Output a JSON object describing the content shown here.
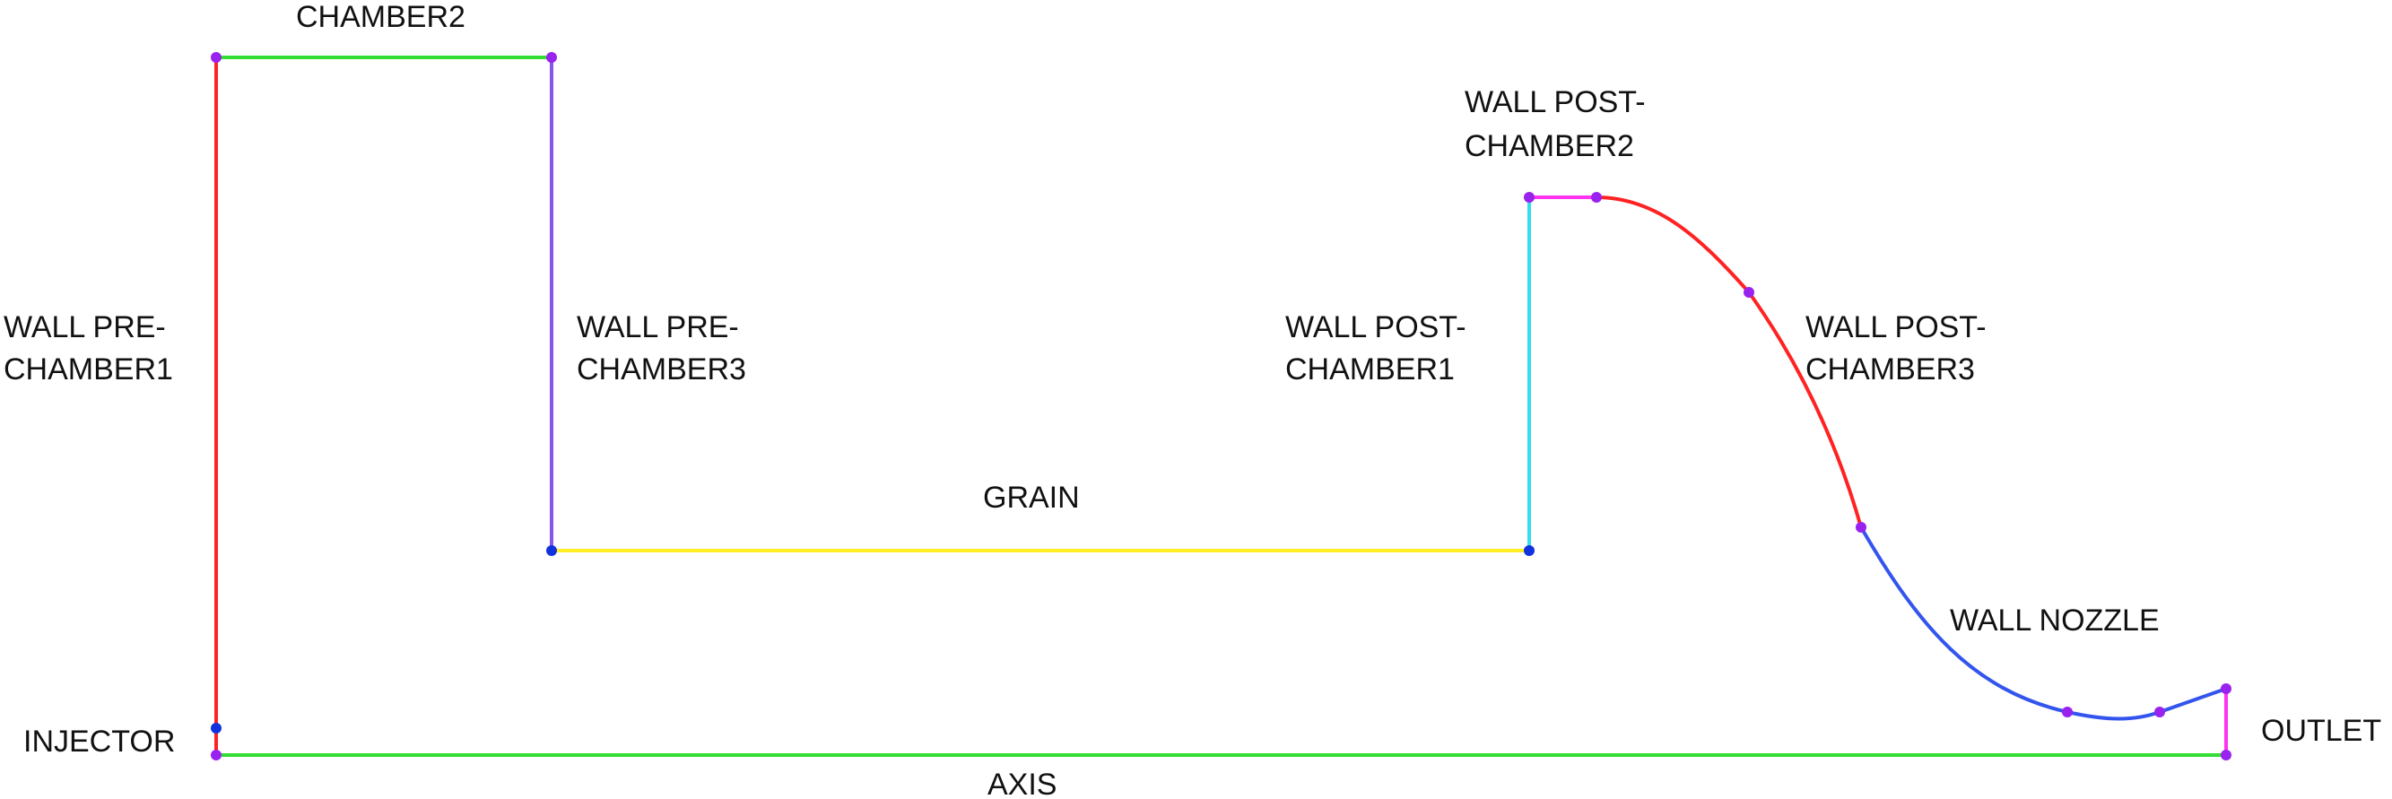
{
  "labels": {
    "chamber2": "CHAMBER2",
    "wall_pre_chamber1_line1": "WALL PRE-",
    "wall_pre_chamber1_line2": "CHAMBER1",
    "wall_pre_chamber3_line1": "WALL PRE-",
    "wall_pre_chamber3_line2": "CHAMBER3",
    "grain": "GRAIN",
    "wall_post_chamber1_line1": "WALL POST-",
    "wall_post_chamber1_line2": "CHAMBER1",
    "wall_post_chamber2_line1": "WALL POST-",
    "wall_post_chamber2_line2": "CHAMBER2",
    "wall_post_chamber3_line1": "WALL POST-",
    "wall_post_chamber3_line2": "CHAMBER3",
    "wall_nozzle": "WALL NOZZLE",
    "injector": "INJECTOR",
    "outlet": "OUTLET",
    "axis": "AXIS"
  },
  "colors": {
    "chamber2": "#33dd33",
    "wall_pre_chamber1": "#ff2222",
    "wall_pre_chamber3": "#8855ee",
    "grain": "#ffee22",
    "wall_post_chamber1": "#33ddee",
    "wall_post_chamber2": "#ff33ee",
    "wall_post_chamber3": "#ff2222",
    "wall_nozzle": "#3355ee",
    "injector": "#ff2222",
    "outlet": "#ff33ee",
    "axis": "#33dd33",
    "node_purple": "#9922ee",
    "node_blue": "#1133dd"
  }
}
